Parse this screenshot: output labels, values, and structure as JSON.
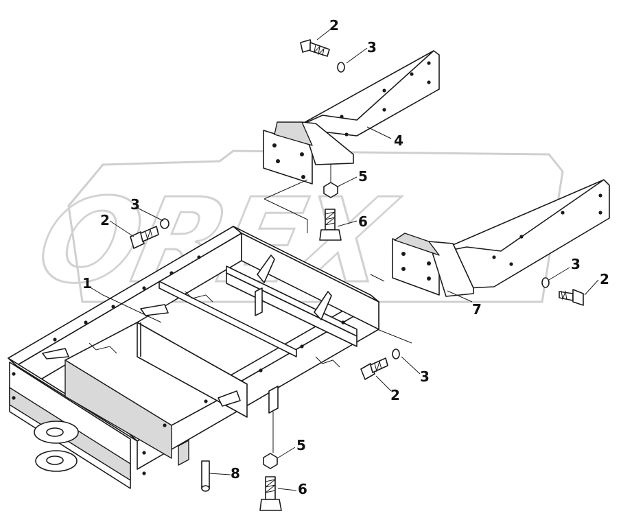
{
  "watermark": {
    "text": "OREX"
  },
  "callouts": {
    "c1": "1",
    "c2a": "2",
    "c3a": "3",
    "c4": "4",
    "c5a": "5",
    "c6a": "6",
    "c3b": "3",
    "c2b": "2",
    "c7": "7",
    "c3c": "3",
    "c2c": "2",
    "c2d": "2",
    "c3d": "3",
    "c5b": "5",
    "c6b": "6",
    "c8": "8"
  },
  "colors": {
    "line": "#1a1a1a",
    "watermark": "#d2d2d2",
    "background": "#ffffff"
  }
}
